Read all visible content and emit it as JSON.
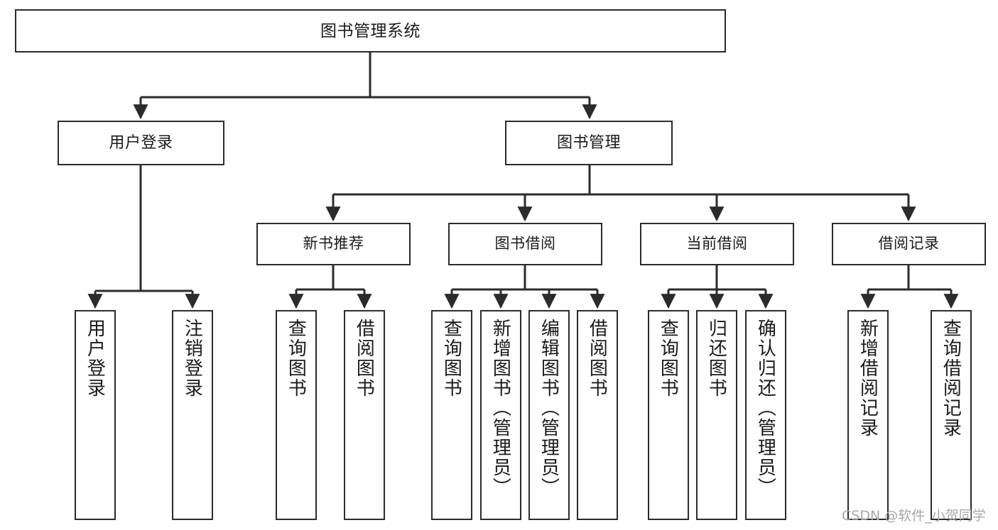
{
  "diagram": {
    "title": "图书管理系统",
    "type": "功能结构图",
    "colors": {
      "box_border": "#2b2b2b",
      "box_fill": "#ffffff",
      "connector": "#2b2b2b",
      "background": "#ffffff",
      "watermark": "#a8a8a8"
    },
    "root": {
      "label": "图书管理系统"
    },
    "level2": [
      {
        "id": "user-login",
        "label": "用户登录"
      },
      {
        "id": "book-management",
        "label": "图书管理"
      }
    ],
    "level3": [
      {
        "id": "new-book-recommend",
        "label": "新书推荐"
      },
      {
        "id": "book-borrow",
        "label": "图书借阅"
      },
      {
        "id": "current-borrow",
        "label": "当前借阅"
      },
      {
        "id": "borrow-record",
        "label": "借阅记录"
      }
    ],
    "leaves": {
      "user_login": [
        {
          "id": "leaf-user-login",
          "label": "用户登录"
        },
        {
          "id": "leaf-logout",
          "label": "注销登录"
        }
      ],
      "new_book_recommend": [
        {
          "id": "leaf-query-book-1",
          "label": "查询图书"
        },
        {
          "id": "leaf-borrow-book-1",
          "label": "借阅图书"
        }
      ],
      "book_borrow": [
        {
          "id": "leaf-query-book-2",
          "label": "查询图书"
        },
        {
          "id": "leaf-add-book",
          "label": "新增图书（管理员）"
        },
        {
          "id": "leaf-edit-book",
          "label": "编辑图书（管理员）"
        },
        {
          "id": "leaf-borrow-book-2",
          "label": "借阅图书"
        }
      ],
      "current_borrow": [
        {
          "id": "leaf-query-book-3",
          "label": "查询图书"
        },
        {
          "id": "leaf-return-book",
          "label": "归还图书"
        },
        {
          "id": "leaf-confirm-return",
          "label": "确认归还（管理员）"
        }
      ],
      "borrow_record": [
        {
          "id": "leaf-add-record",
          "label": "新增借阅记录"
        },
        {
          "id": "leaf-query-record",
          "label": "查询借阅记录"
        }
      ]
    },
    "watermark": "CSDN @软件_小贺同学"
  }
}
